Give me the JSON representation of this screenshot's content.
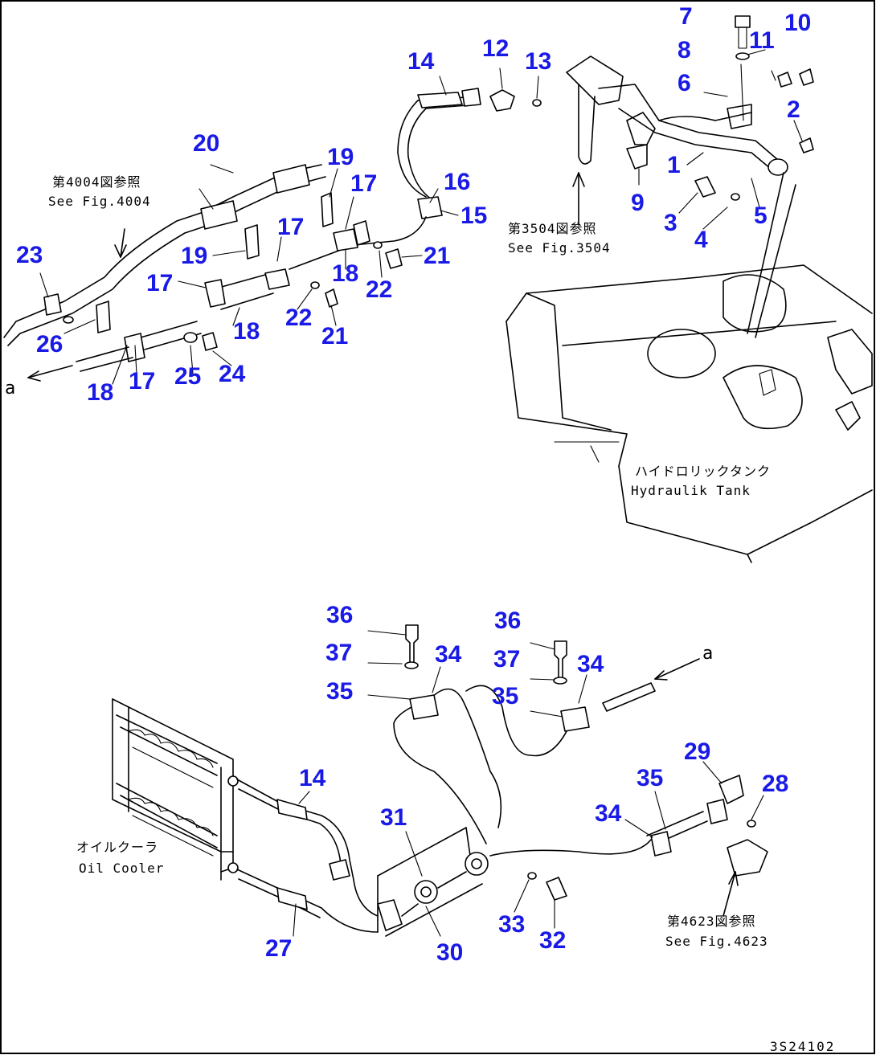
{
  "callouts": {
    "c1": "1",
    "c2": "2",
    "c3": "3",
    "c4": "4",
    "c5": "5",
    "c6": "6",
    "c7": "7",
    "c8": "8",
    "c9": "9",
    "c10": "10",
    "c11": "11",
    "c12": "12",
    "c13": "13",
    "c14": "14",
    "c15": "15",
    "c16": "16",
    "c17": "17",
    "c18": "18",
    "c19": "19",
    "c20": "20",
    "c21": "21",
    "c22": "22",
    "c23": "23",
    "c24": "24",
    "c25": "25",
    "c26": "26",
    "c27": "27",
    "c28": "28",
    "c29": "29",
    "c30": "30",
    "c31": "31",
    "c32": "32",
    "c33": "33",
    "c34": "34",
    "c35": "35",
    "c36": "36",
    "c37": "37"
  },
  "notes": {
    "fig4004_jp": "第4004図参照",
    "fig4004_en": "See Fig.4004",
    "fig3504_jp": "第3504図参照",
    "fig3504_en": "See Fig.3504",
    "tank_jp": "ハイドロリックタンク",
    "tank_en": "Hydraulik Tank",
    "cooler_jp": "オイルクーラ",
    "cooler_en": "Oil Cooler",
    "fig4623_jp": "第4623図参照",
    "fig4623_en": "See Fig.4623",
    "ref_a": "a"
  },
  "drawing_code": "3S24102"
}
